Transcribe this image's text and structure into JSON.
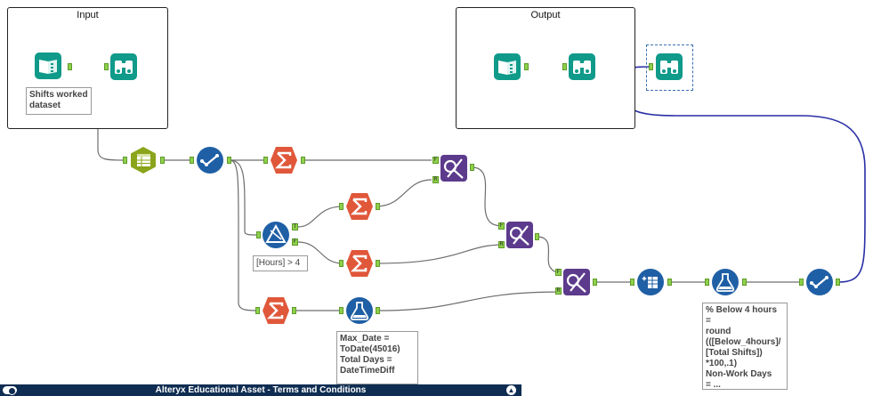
{
  "canvas": {
    "containers": {
      "input_title": "Input",
      "output_title": "Output"
    },
    "annotations": {
      "shifts_dataset": "Shifts worked\ndataset",
      "filter_expr": "[Hours] > 4",
      "formula_dates": "Max_Date =\nToDate(45016)\nTotal Days =\nDateTimeDiff",
      "formula_percent": "% Below 4 hours =\nround\n(([Below_4hours]/\n[Total Shifts])\n*100,.1)\nNon-Work Days\n= ..."
    },
    "anchor_labels": {
      "true": "T",
      "false": "F",
      "left": "L",
      "right": "R"
    },
    "colors": {
      "input_output": "#0f9a8a",
      "preparation": "#1f5fa5",
      "summarize": "#e0573a",
      "join": "#5c3a8c",
      "anchor": "#8ed14b",
      "bottombar": "#0f2d52",
      "selected_connection": "#2a2fa5"
    }
  },
  "bottom_bar": {
    "title": "Alteryx Educational Asset - Terms and Conditions",
    "toggle_icon": "toggle-icon",
    "collapse_icon": "chevron-up-icon"
  }
}
